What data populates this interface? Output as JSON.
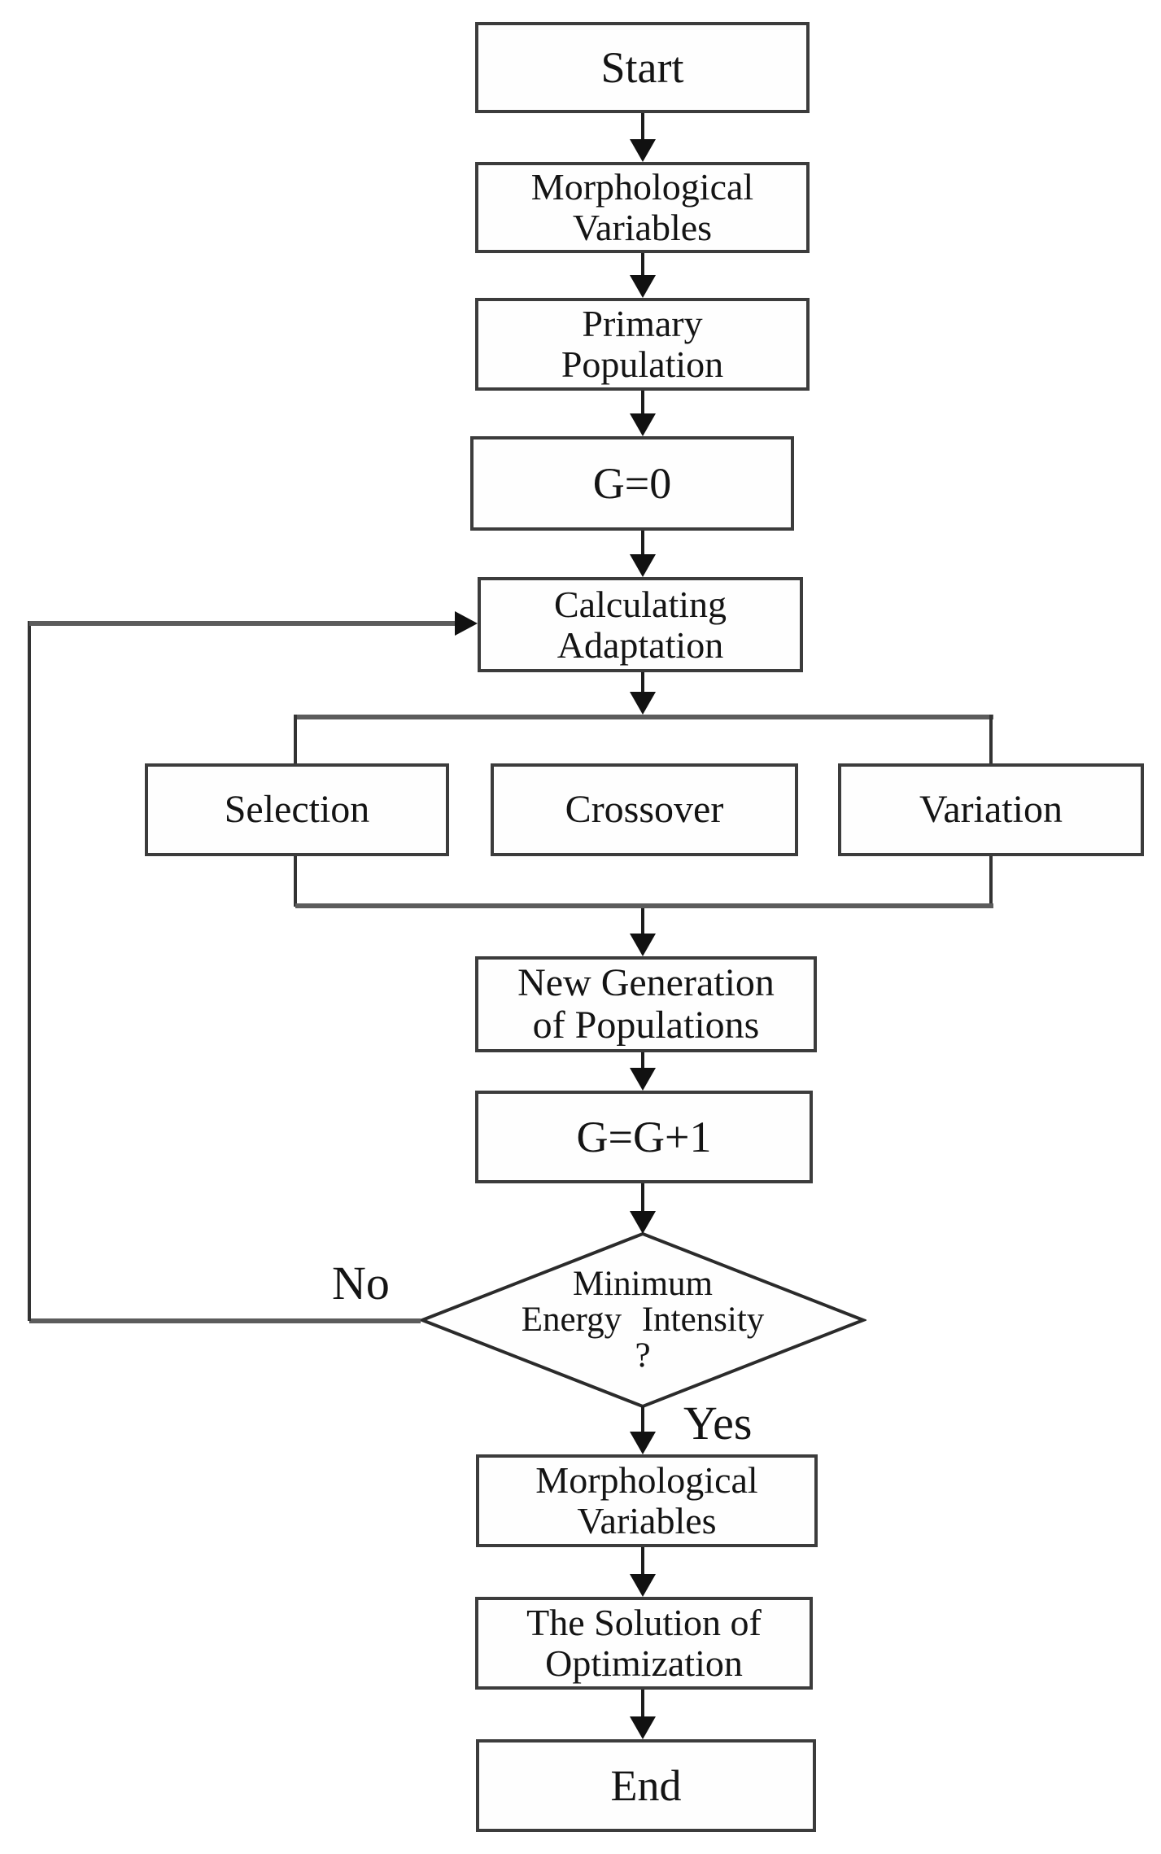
{
  "diagram": {
    "nodes": {
      "start": {
        "label": "Start"
      },
      "morph_vars_top": {
        "line1": "Morphological",
        "line2": "Variables"
      },
      "primary_population": {
        "line1": "Primary",
        "line2": "Population"
      },
      "g_zero": {
        "label": "G=0"
      },
      "calculating_adaptation": {
        "line1": "Calculating",
        "line2": "Adaptation"
      },
      "selection": {
        "label": "Selection"
      },
      "crossover": {
        "label": "Crossover"
      },
      "variation": {
        "label": "Variation"
      },
      "new_generation": {
        "line1": "New Generation",
        "line2": "of Populations"
      },
      "g_increment": {
        "label": "G=G+1"
      },
      "decision": {
        "line1": "Minimum",
        "line2": "Energy Intensity",
        "line3": "?"
      },
      "morph_vars_bottom": {
        "line1": "Morphological",
        "line2": "Variables"
      },
      "solution": {
        "line1": "The Solution of",
        "line2": "Optimization"
      },
      "end": {
        "label": "End"
      }
    },
    "edge_labels": {
      "no": "No",
      "yes": "Yes"
    },
    "colors": {
      "background": "#ffffff",
      "box_fill": "#fefefe",
      "box_border": "#3c3c3c",
      "arrow_stem": "#1c1c1c",
      "bracket_line": "#5c5c5c",
      "text": "#141414"
    }
  }
}
